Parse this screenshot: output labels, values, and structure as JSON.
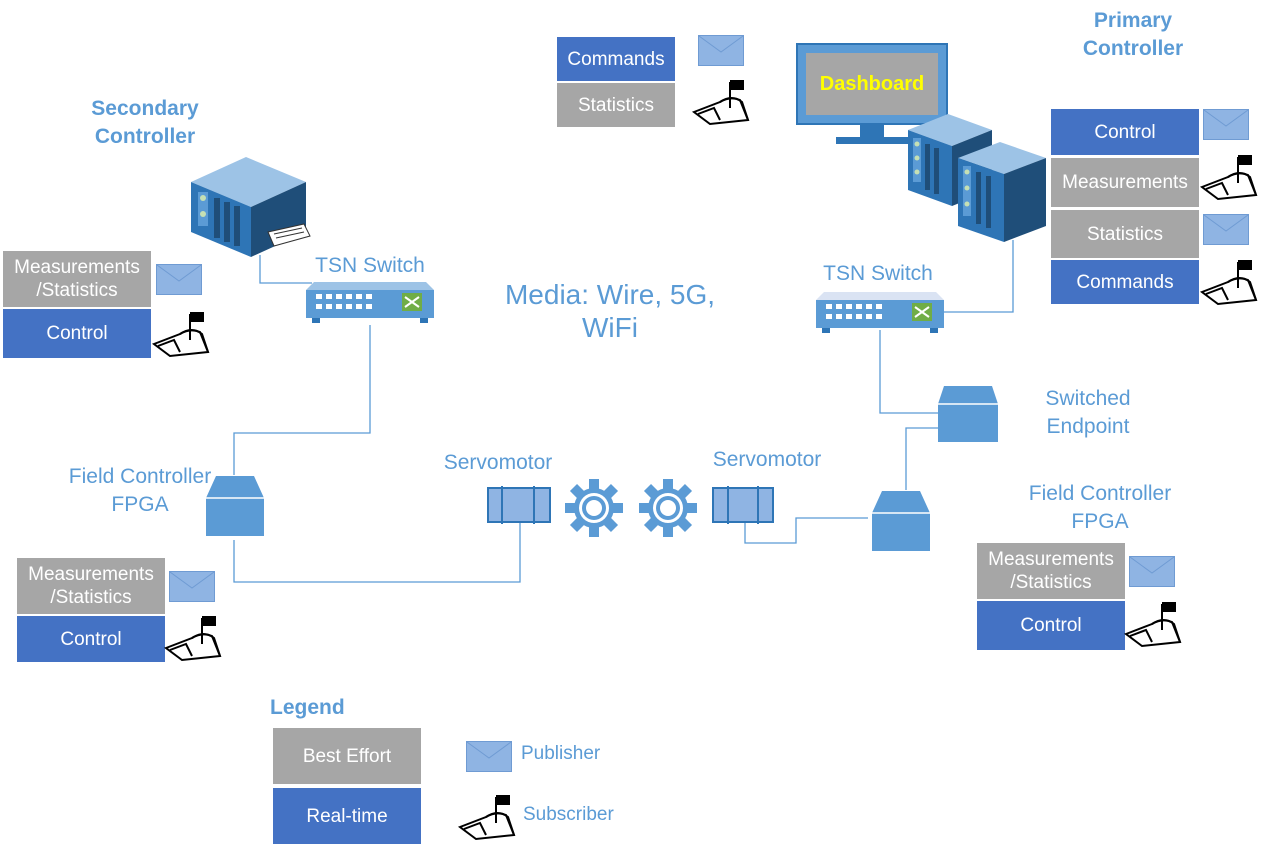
{
  "labels": {
    "secondary_controller": [
      "Secondary",
      "Controller"
    ],
    "primary_controller": [
      "Primary",
      "Controller"
    ],
    "tsn_switch_left": "TSN Switch",
    "tsn_switch_right": "TSN Switch",
    "media": [
      "Media: Wire, 5G,",
      "WiFi"
    ],
    "switched_endpoint": [
      "Switched",
      "Endpoint"
    ],
    "field_controller_left": [
      "Field Controller",
      "FPGA"
    ],
    "field_controller_right": [
      "Field Controller",
      "FPGA"
    ],
    "servomotor_left": "Servomotor",
    "servomotor_right": "Servomotor",
    "dashboard": "Dashboard"
  },
  "top_center_boxes": {
    "commands": "Commands",
    "statistics": "Statistics"
  },
  "primary_boxes": {
    "control": "Control",
    "measurements": "Measurements",
    "statistics": "Statistics",
    "commands": "Commands"
  },
  "secondary_boxes": {
    "measurements": [
      "Measurements",
      "/Statistics"
    ],
    "control": "Control"
  },
  "field_left_boxes": {
    "measurements": [
      "Measurements",
      "/Statistics"
    ],
    "control": "Control"
  },
  "field_right_boxes": {
    "measurements": [
      "Measurements",
      "/Statistics"
    ],
    "control": "Control"
  },
  "legend": {
    "title": "Legend",
    "best_effort": "Best Effort",
    "real_time": "Real-time",
    "publisher": "Publisher",
    "subscriber": "Subscriber"
  },
  "colors": {
    "best_effort": "#a6a6a6",
    "real_time": "#4472c4",
    "accent": "#5b9bd5",
    "dashboard_text": "#ffff00"
  }
}
